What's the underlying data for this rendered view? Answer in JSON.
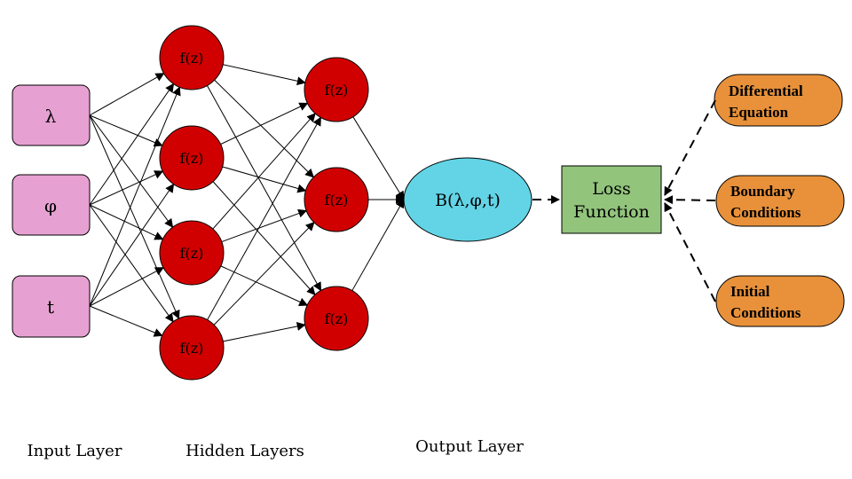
{
  "colors": {
    "input_fill": "#e6a1d2",
    "neuron_fill": "#d10000",
    "output_fill": "#62d4e6",
    "loss_fill": "#92c47c",
    "constraint_fill": "#e8913a",
    "stroke": "#000000"
  },
  "inputs": [
    {
      "label": "λ"
    },
    {
      "label": "φ"
    },
    {
      "label": "t"
    }
  ],
  "hidden_layer_1": [
    {
      "label": "f(z)"
    },
    {
      "label": "f(z)"
    },
    {
      "label": "f(z)"
    },
    {
      "label": "f(z)"
    }
  ],
  "hidden_layer_2": [
    {
      "label": "f(z)"
    },
    {
      "label": "f(z)"
    },
    {
      "label": "f(z)"
    }
  ],
  "output": {
    "label": "B(λ,φ,t)"
  },
  "loss": {
    "line1": "Loss",
    "line2": "Function"
  },
  "constraints": [
    {
      "line1": "Differential",
      "line2": "Equation"
    },
    {
      "line1": "Boundary",
      "line2": "Conditions"
    },
    {
      "line1": "Initial",
      "line2": "Conditions"
    }
  ],
  "layer_labels": {
    "input": "Input Layer",
    "hidden": "Hidden Layers",
    "output": "Output Layer"
  }
}
